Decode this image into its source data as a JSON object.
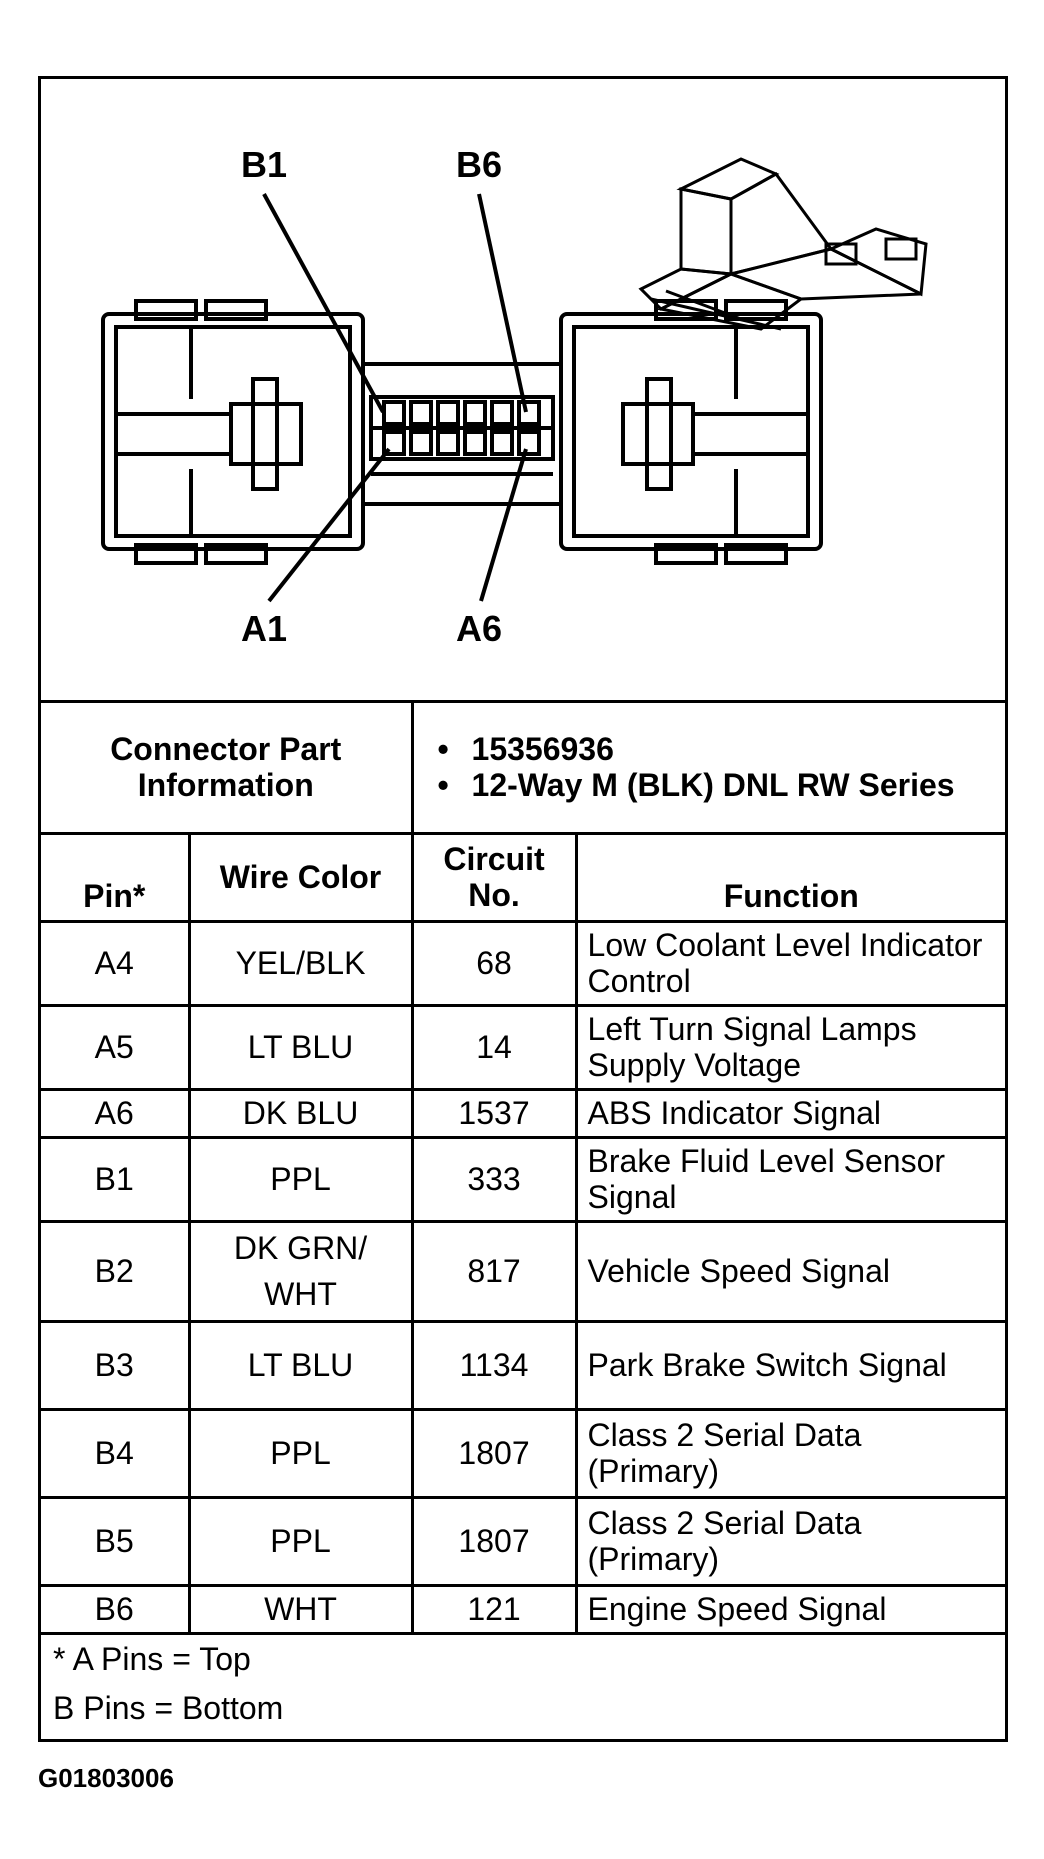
{
  "callouts": {
    "b1": "B1",
    "b6": "B6",
    "a1": "A1",
    "a6": "A6"
  },
  "connector_info": {
    "label": "Connector Part Information",
    "items": [
      "15356936",
      "12-Way M (BLK) DNL RW Series"
    ]
  },
  "table": {
    "headers": {
      "pin": "Pin*",
      "wire_color": "Wire Color",
      "circuit": "Circuit No.",
      "function": "Function"
    },
    "rows": [
      {
        "pin": "A4",
        "wire": "YEL/BLK",
        "circuit": "68",
        "function": "Low Coolant Level Indicator Control"
      },
      {
        "pin": "A5",
        "wire": "LT BLU",
        "circuit": "14",
        "function": "Left Turn Signal Lamps Supply Voltage"
      },
      {
        "pin": "A6",
        "wire": "DK BLU",
        "circuit": "1537",
        "function": "ABS Indicator Signal"
      },
      {
        "pin": "B1",
        "wire": "PPL",
        "circuit": "333",
        "function": "Brake Fluid Level Sensor Signal"
      },
      {
        "pin": "B2",
        "wire": "DK GRN/ WHT",
        "circuit": "817",
        "function": "Vehicle Speed Signal"
      },
      {
        "pin": "B3",
        "wire": "LT BLU",
        "circuit": "1134",
        "function": "Park Brake Switch Signal"
      },
      {
        "pin": "B4",
        "wire": "PPL",
        "circuit": "1807",
        "function": "Class 2 Serial Data (Primary)"
      },
      {
        "pin": "B5",
        "wire": "PPL",
        "circuit": "1807",
        "function": "Class 2 Serial Data (Primary)"
      },
      {
        "pin": "B6",
        "wire": "WHT",
        "circuit": "121",
        "function": "Engine Speed Signal"
      }
    ]
  },
  "footnotes": {
    "line1": "* A Pins = Top",
    "line2": "B Pins = Bottom"
  },
  "figure_id": "G01803006"
}
